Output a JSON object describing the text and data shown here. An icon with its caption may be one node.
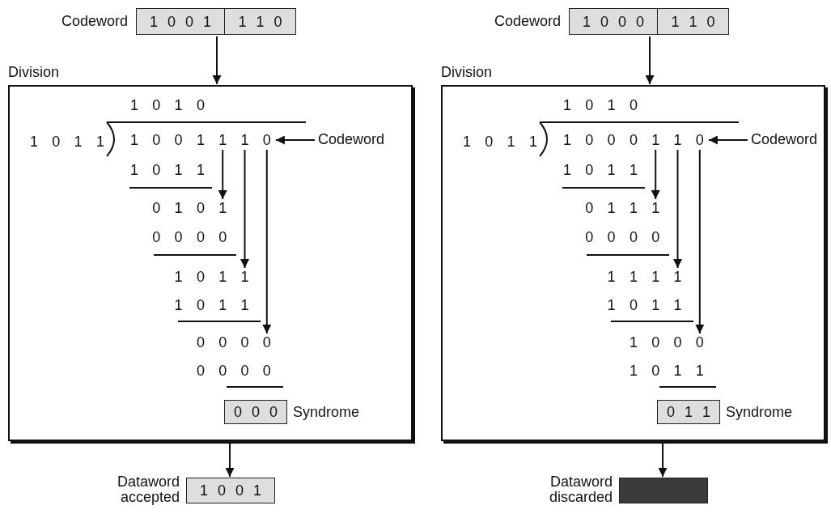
{
  "diagram": {
    "nodes": [
      {
        "text": [
          "1 0 0 1",
          "1 1 0"
        ],
        "beside": [
          "Codeword"
        ]
      },
      {
        "text": [
          "Division"
        ]
      },
      {
        "text": [
          "1 0 0 1 1 1 0"
        ],
        "in": 1
      },
      {
        "text": [
          "Codeword"
        ],
        "in": 1
      },
      {
        "text": [
          "0 1 0 1"
        ],
        "in": 1
      },
      {
        "text": [
          "1 0 1 1"
        ],
        "in": 1
      },
      {
        "text": [
          "0 0 0 0"
        ],
        "in": 1
      },
      {
        "text": [
          "0 0 0"
        ],
        "in": 1,
        "beside": [
          "Syndrome"
        ]
      },
      {
        "text": [
          "1 0 0 1"
        ],
        "beside": [
          "Dataword accepted"
        ]
      },
      {
        "text": [
          "1 0 0 0",
          "1 1 0"
        ],
        "beside": [
          "Codeword"
        ]
      },
      {
        "text": [
          "Division"
        ]
      },
      {
        "text": [
          "1 0 0 0 1 1 0"
        ],
        "in": 10
      },
      {
        "text": [
          "Codeword"
        ],
        "in": 10
      },
      {
        "text": [
          "0 1 1 1"
        ],
        "in": 10
      },
      {
        "text": [
          "1 1 1 1"
        ],
        "in": 10
      },
      {
        "text": [
          "1 0 0 0"
        ],
        "in": 10
      },
      {
        "text": [
          "0 1 1"
        ],
        "in": 10,
        "beside": [
          "Syndrome"
        ]
      },
      {
        "text": [],
        "shape": "box",
        "beside": [
          "Dataword discarded"
        ]
      }
    ],
    "edges": [
      {
        "from": 0,
        "to": 1,
        "arrow": "to"
      },
      {
        "from": 3,
        "to": 2,
        "arrow": "to"
      },
      {
        "from": 2,
        "to": 4,
        "arrow": "to"
      },
      {
        "from": 2,
        "to": 5,
        "arrow": "to"
      },
      {
        "from": 2,
        "to": 6,
        "arrow": "to"
      },
      {
        "from": 1,
        "to": 8,
        "arrow": "to"
      },
      {
        "from": 9,
        "to": 10,
        "arrow": "to"
      },
      {
        "from": 12,
        "to": 11,
        "arrow": "to"
      },
      {
        "from": 11,
        "to": 13,
        "arrow": "to"
      },
      {
        "from": 11,
        "to": 14,
        "arrow": "to"
      },
      {
        "from": 11,
        "to": 15,
        "arrow": "to"
      },
      {
        "from": 10,
        "to": 17,
        "arrow": "to"
      }
    ],
    "labels": [
      "1 0 1 0",
      "1 0 1 1",
      "1 0 1 1",
      "0 0 0 0",
      "1 0 1 1",
      "0 0 0 0",
      "1 0 1 0",
      "1 0 1 1",
      "1 0 1 1",
      "0 0 0 0",
      "1 0 1 1",
      "1 0 1 1"
    ]
  }
}
